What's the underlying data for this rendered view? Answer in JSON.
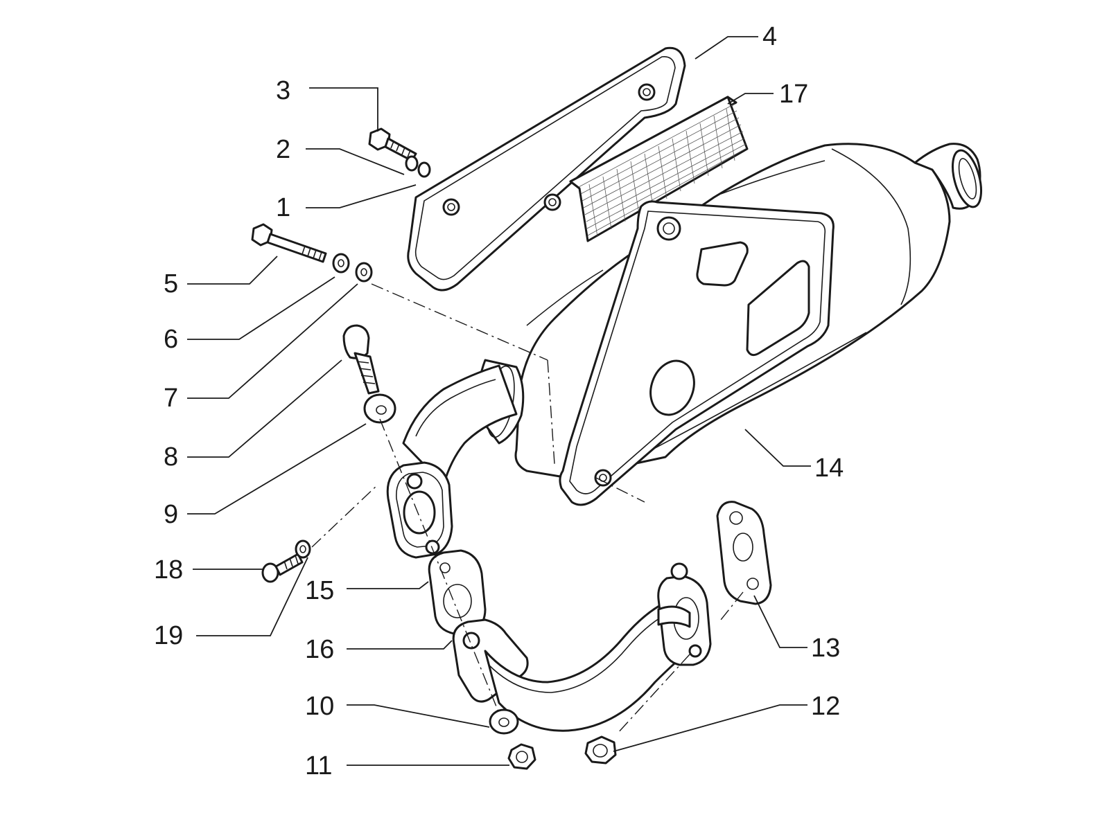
{
  "diagram": {
    "type": "exploded-parts-view",
    "colors": {
      "ink": "#1a1a1a",
      "background": "#ffffff"
    },
    "callouts": [
      {
        "id": "1",
        "label": "1"
      },
      {
        "id": "2",
        "label": "2"
      },
      {
        "id": "3",
        "label": "3"
      },
      {
        "id": "4",
        "label": "4"
      },
      {
        "id": "5",
        "label": "5"
      },
      {
        "id": "6",
        "label": "6"
      },
      {
        "id": "7",
        "label": "7"
      },
      {
        "id": "8",
        "label": "8"
      },
      {
        "id": "9",
        "label": "9"
      },
      {
        "id": "10",
        "label": "10"
      },
      {
        "id": "11",
        "label": "11"
      },
      {
        "id": "12",
        "label": "12"
      },
      {
        "id": "13",
        "label": "13"
      },
      {
        "id": "14",
        "label": "14"
      },
      {
        "id": "15",
        "label": "15"
      },
      {
        "id": "16",
        "label": "16"
      },
      {
        "id": "17",
        "label": "17"
      },
      {
        "id": "18",
        "label": "18"
      },
      {
        "id": "19",
        "label": "19"
      }
    ]
  }
}
